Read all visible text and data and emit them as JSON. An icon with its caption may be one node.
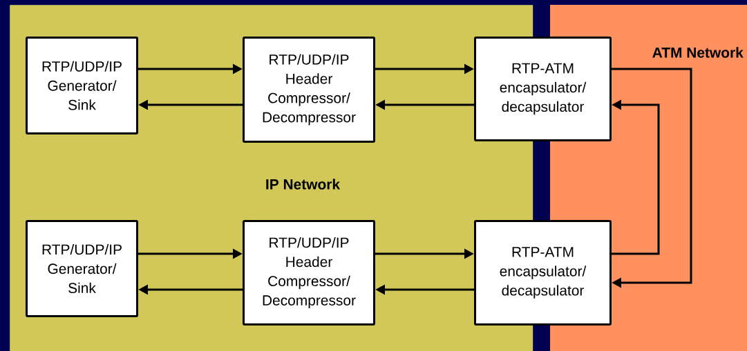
{
  "diagram": {
    "nodes": [
      {
        "text": [
          "IP Network"
        ]
      },
      {
        "text": [
          "RTP/UDP/IP Generator/ Sink"
        ],
        "in": 0
      },
      {
        "text": [
          "RTP/UDP/IP Header Compressor/ Decompressor"
        ],
        "in": 0
      },
      {
        "text": [
          "RTP-ATM encapsulator/ decapsulator"
        ]
      },
      {
        "text": [
          "RTP/UDP/IP Generator/ Sink"
        ],
        "in": 0
      },
      {
        "text": [
          "RTP/UDP/IP Header Compressor/ Decompressor"
        ],
        "in": 0
      },
      {
        "text": [
          "RTP-ATM encapsulator/ decapsulator"
        ]
      }
    ],
    "edges": [
      {
        "from": 1,
        "to": 2,
        "arrow": "to"
      },
      {
        "from": 2,
        "to": 1,
        "arrow": "to"
      },
      {
        "from": 2,
        "to": 3,
        "arrow": "to"
      },
      {
        "from": 3,
        "to": 2,
        "arrow": "to"
      },
      {
        "from": 4,
        "to": 5,
        "arrow": "to"
      },
      {
        "from": 5,
        "to": 4,
        "arrow": "to"
      },
      {
        "from": 5,
        "to": 6,
        "arrow": "to"
      },
      {
        "from": 6,
        "to": 5,
        "arrow": "to"
      },
      {
        "from": 3,
        "to": 6,
        "arrow": "to"
      },
      {
        "from": 6,
        "to": 3,
        "arrow": "to"
      }
    ],
    "labels": [
      "ATM Network"
    ]
  }
}
